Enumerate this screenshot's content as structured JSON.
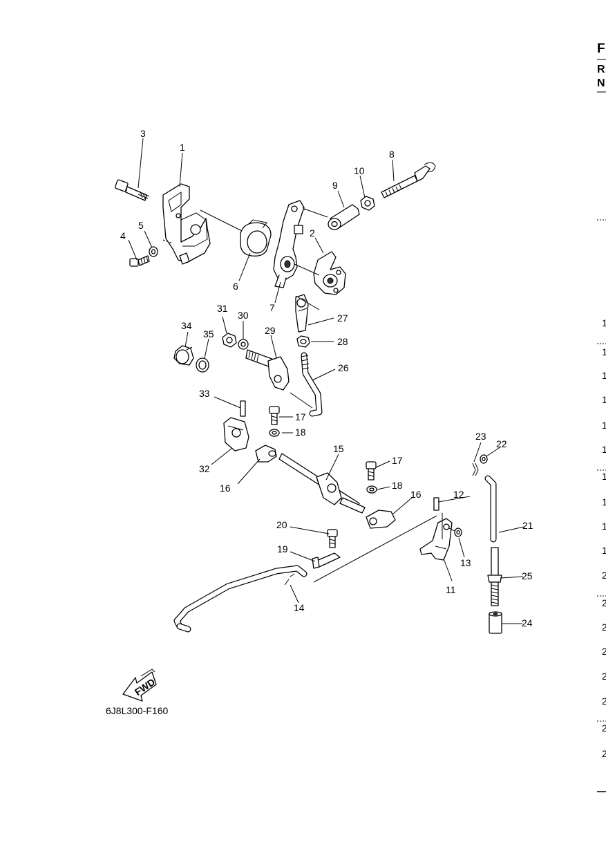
{
  "diagram_code": "6J8L300-F160",
  "fwd_label": "FWD",
  "callouts": [
    {
      "id": "c1",
      "label": "1"
    },
    {
      "id": "c2",
      "label": "2"
    },
    {
      "id": "c3",
      "label": "3"
    },
    {
      "id": "c4",
      "label": "4"
    },
    {
      "id": "c5",
      "label": "5"
    },
    {
      "id": "c6",
      "label": "6"
    },
    {
      "id": "c7",
      "label": "7"
    },
    {
      "id": "c8",
      "label": "8"
    },
    {
      "id": "c9",
      "label": "9"
    },
    {
      "id": "c10",
      "label": "10"
    },
    {
      "id": "c11",
      "label": "11"
    },
    {
      "id": "c12",
      "label": "12"
    },
    {
      "id": "c13",
      "label": "13"
    },
    {
      "id": "c14",
      "label": "14"
    },
    {
      "id": "c15",
      "label": "15"
    },
    {
      "id": "c16a",
      "label": "16"
    },
    {
      "id": "c16b",
      "label": "16"
    },
    {
      "id": "c17a",
      "label": "17"
    },
    {
      "id": "c17b",
      "label": "17"
    },
    {
      "id": "c18a",
      "label": "18"
    },
    {
      "id": "c18b",
      "label": "18"
    },
    {
      "id": "c19",
      "label": "19"
    },
    {
      "id": "c20",
      "label": "20"
    },
    {
      "id": "c21",
      "label": "21"
    },
    {
      "id": "c22",
      "label": "22"
    },
    {
      "id": "c23",
      "label": "23"
    },
    {
      "id": "c24",
      "label": "24"
    },
    {
      "id": "c25",
      "label": "25"
    },
    {
      "id": "c26",
      "label": "26"
    },
    {
      "id": "c27",
      "label": "27"
    },
    {
      "id": "c28",
      "label": "28"
    },
    {
      "id": "c29",
      "label": "29"
    },
    {
      "id": "c30",
      "label": "30"
    },
    {
      "id": "c31",
      "label": "31"
    },
    {
      "id": "c32",
      "label": "32"
    },
    {
      "id": "c33",
      "label": "33"
    },
    {
      "id": "c34",
      "label": "34"
    },
    {
      "id": "c35",
      "label": "35"
    }
  ],
  "right_edge": {
    "header_letters": [
      "F",
      "R",
      "N"
    ],
    "row_digits": [
      "1",
      "1",
      "1",
      "1",
      "1",
      "1",
      "1",
      "1",
      "1",
      "1",
      "2",
      "2",
      "2",
      "2",
      "2",
      "2",
      "2",
      "2"
    ]
  }
}
